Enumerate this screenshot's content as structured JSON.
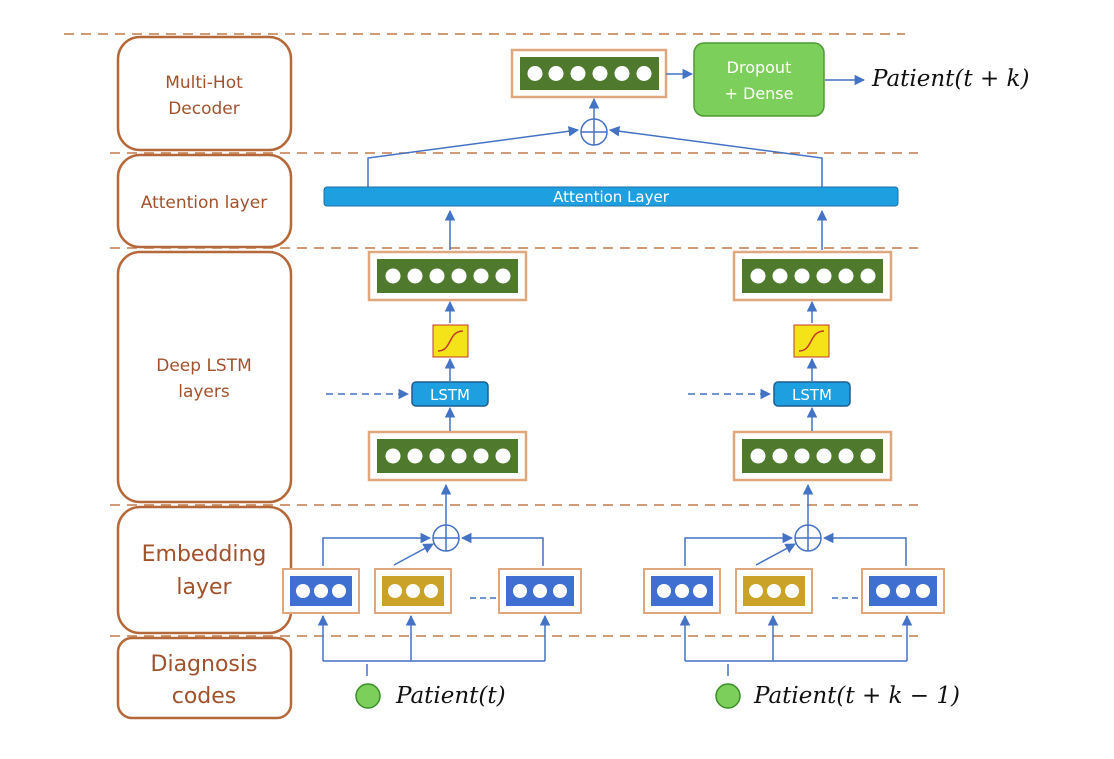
{
  "side_labels": {
    "decoder": [
      "Multi-Hot",
      "Decoder"
    ],
    "attention": [
      "Attention layer"
    ],
    "lstm": [
      "Deep LSTM",
      "layers"
    ],
    "embedding": [
      "Embedding",
      "layer"
    ],
    "diagnosis": [
      "Diagnosis",
      "codes"
    ]
  },
  "attention_bar_label": "Attention Layer",
  "lstm_label": "LSTM",
  "dropout_label": [
    "Dropout",
    "+ Dense"
  ],
  "output_label": "Patient(t + k)",
  "inputs": {
    "left": "Patient(t)",
    "right": "Patient(t + k − 1)"
  },
  "colors": {
    "section_border": "#b5693a",
    "green_box": "#4f7a2e",
    "blue_bar": "#1e9fe0",
    "embed_blue": "#3f6fd0",
    "embed_gold": "#c9a227",
    "dropout_fill": "#7ccf5a",
    "sigmoid_fill": "#f5e31a",
    "arrow": "#4472c4"
  }
}
